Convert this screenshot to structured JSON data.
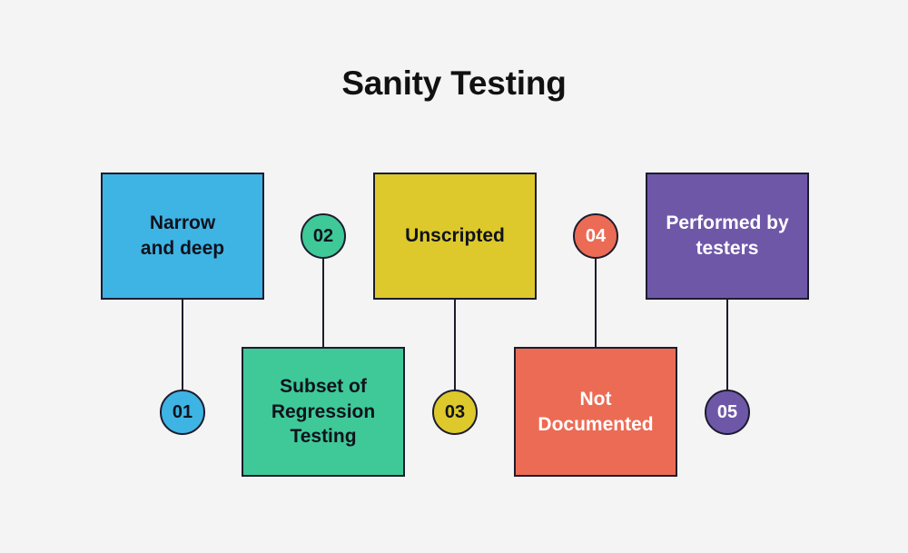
{
  "page": {
    "title": "Sanity Testing",
    "background_color": "#f4f4f4",
    "outline_color": "#1c1c2e",
    "title_color": "#111111"
  },
  "chart_data": {
    "type": "diagram",
    "title": "Sanity Testing",
    "layout": "alternating-vertical-columns",
    "items": [
      {
        "number": "01",
        "label": "Narrow\nand deep",
        "color": "#3eb4e4",
        "text_color": "#10121c",
        "badge_text_color": "#10121c",
        "box_position": "top",
        "badge_position": "bottom"
      },
      {
        "number": "02",
        "label": "Subset of\nRegression\nTesting",
        "color": "#3fc998",
        "text_color": "#10121c",
        "badge_text_color": "#10121c",
        "box_position": "bottom",
        "badge_position": "top"
      },
      {
        "number": "03",
        "label": "Unscripted",
        "color": "#ddc92b",
        "text_color": "#10121c",
        "badge_text_color": "#10121c",
        "box_position": "top",
        "badge_position": "bottom"
      },
      {
        "number": "04",
        "label": "Not\nDocumented",
        "color": "#ec6b55",
        "text_color": "#ffffff",
        "badge_text_color": "#ffffff",
        "box_position": "bottom",
        "badge_position": "top"
      },
      {
        "number": "05",
        "label": "Performed by\ntesters",
        "color": "#6f57a8",
        "text_color": "#ffffff",
        "badge_text_color": "#ffffff",
        "box_position": "top",
        "badge_position": "bottom"
      }
    ]
  }
}
